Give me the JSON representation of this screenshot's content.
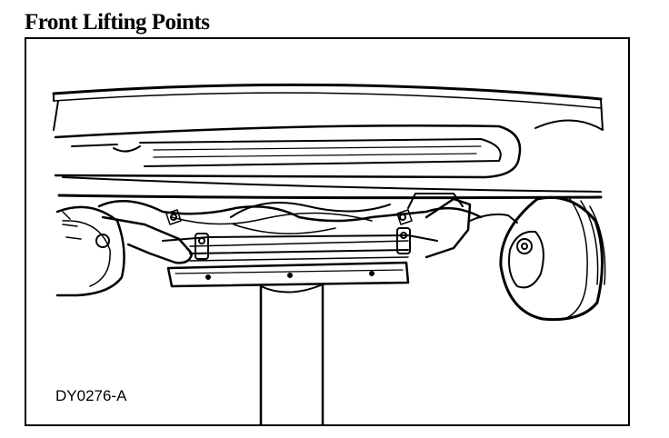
{
  "header": {
    "title": "Front Lifting Points"
  },
  "illustration": {
    "subject": "vehicle-underside-front-suspension-on-lift",
    "figure_code": "DY0276-A",
    "line_color": "#000000",
    "background_color": "#ffffff"
  }
}
